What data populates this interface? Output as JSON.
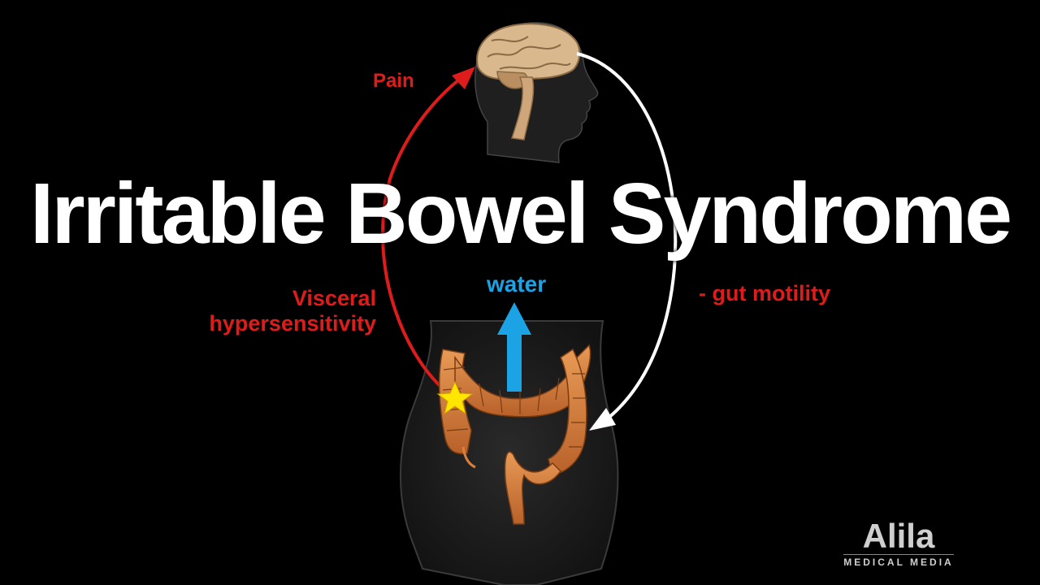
{
  "title": "Irritable Bowel Syndrome",
  "labels": {
    "pain": "Pain",
    "visceral_line1": "Visceral",
    "visceral_line2": "hypersensitivity",
    "gut_motility": "- gut motility",
    "water": "water"
  },
  "logo": {
    "name": "Alila",
    "sub": "MEDICAL MEDIA"
  },
  "colors": {
    "background": "#000000",
    "title": "#ffffff",
    "red_arrow": "#e01b1b",
    "white_arrow": "#ffffff",
    "water_arrow": "#1ba3e6",
    "colon": "#d9803f",
    "brain": "#d8b88c",
    "star": "#ffe600"
  },
  "icons": [
    "brain-icon",
    "head-silhouette",
    "torso-silhouette",
    "colon-icon",
    "star-icon"
  ]
}
